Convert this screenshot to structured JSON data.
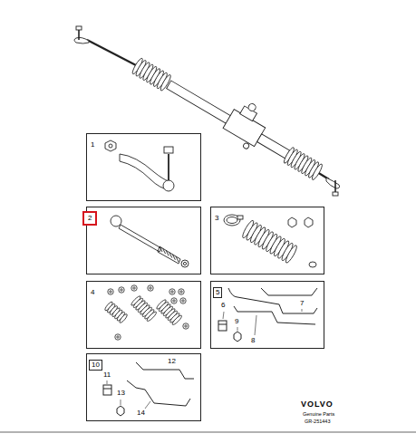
{
  "diagram": {
    "nodes": [
      {
        "text": [
          "1"
        ]
      },
      {
        "text": [
          "2"
        ]
      },
      {
        "text": [
          "3"
        ]
      },
      {
        "text": [
          "4"
        ]
      },
      {
        "text": [
          "5"
        ]
      },
      {
        "text": [
          "10"
        ]
      }
    ],
    "labels": [
      "6",
      "7",
      "8",
      "9",
      "11",
      "12",
      "13",
      "14",
      "VOLVO",
      "Genuine Parts",
      "GR-251443"
    ]
  }
}
